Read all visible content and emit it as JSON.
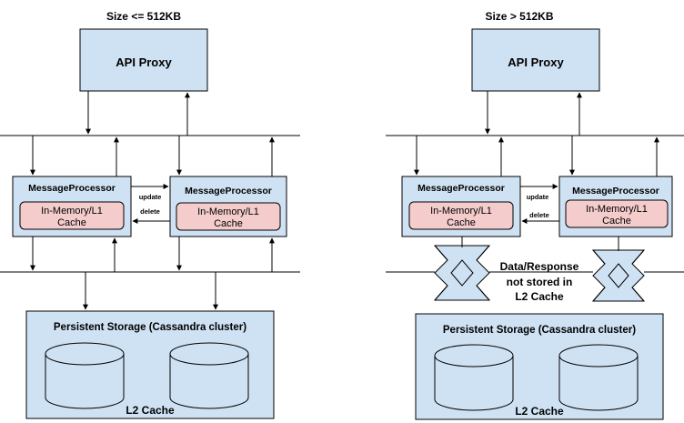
{
  "left": {
    "title": "Size <= 512KB",
    "proxy": "API Proxy",
    "mp1": {
      "title": "MessageProcessor",
      "cache_line1": "In-Memory/L1",
      "cache_line2": "Cache"
    },
    "mp2": {
      "title": "MessageProcessor",
      "cache_line1": "In-Memory/L1",
      "cache_line2": "Cache"
    },
    "update_label": "update",
    "delete_label": "delete",
    "storage_title": "Persistent Storage (Cassandra cluster)",
    "l2_label": "L2 Cache"
  },
  "right": {
    "title": "Size > 512KB",
    "proxy": "API Proxy",
    "mp1": {
      "title": "MessageProcessor",
      "cache_line1": "In-Memory/L1",
      "cache_line2": "Cache"
    },
    "mp2": {
      "title": "MessageProcessor",
      "cache_line1": "In-Memory/L1",
      "cache_line2": "Cache"
    },
    "update_label": "update",
    "delete_label": "delete",
    "note_line1": "Data/Response",
    "note_line2": "not stored in",
    "note_line3": "L2 Cache",
    "storage_title": "Persistent Storage (Cassandra cluster)",
    "l2_label": "L2 Cache"
  },
  "colors": {
    "box_fill": "#cfe2f3",
    "cache_fill": "#f4cccc",
    "stroke": "#000000"
  }
}
